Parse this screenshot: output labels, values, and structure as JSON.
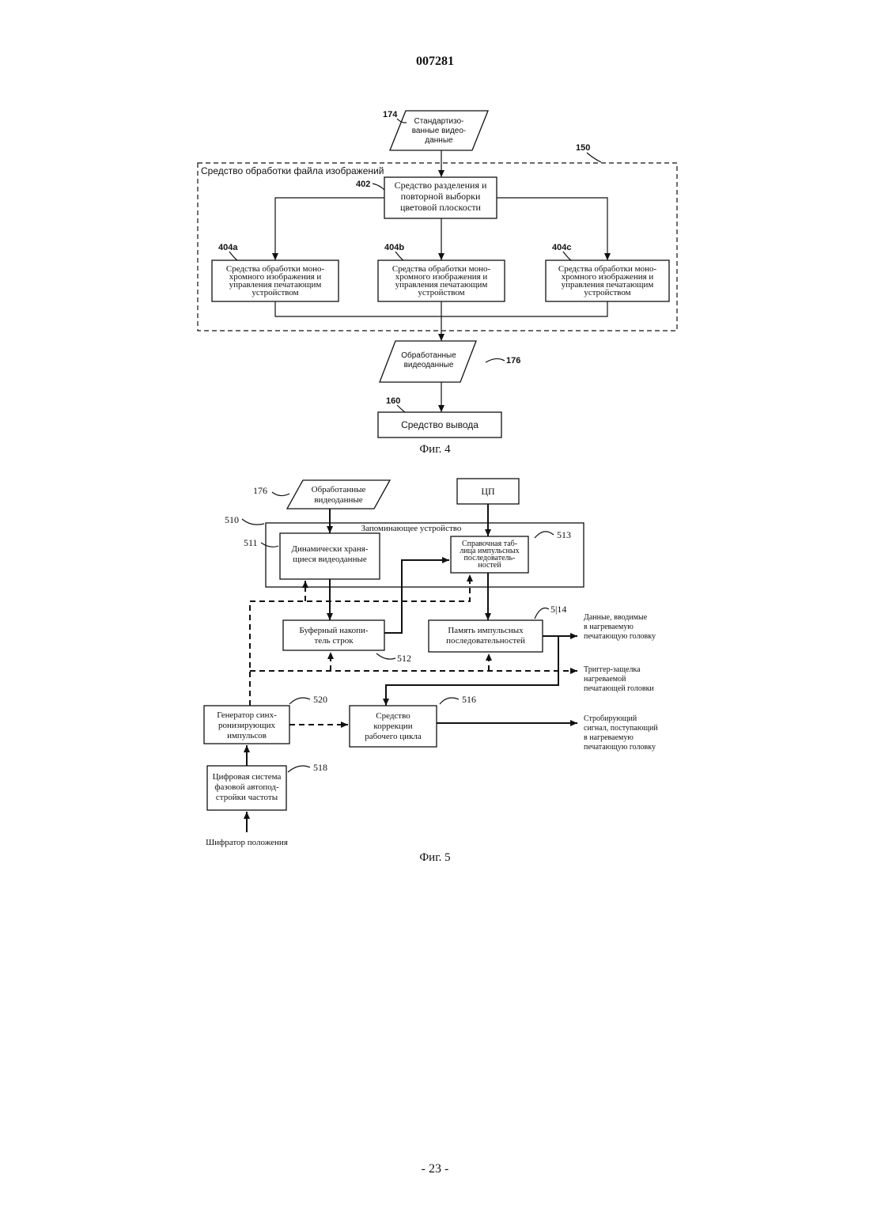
{
  "doc_number": "007281",
  "page_number": "- 23 -",
  "fig4": {
    "caption": "Фиг. 4",
    "container_label": "Средство обработки файла изображений",
    "container_ref": "150",
    "input": {
      "ref": "174",
      "lines": [
        "Стандартизо-",
        "ванные видео-",
        "данные"
      ]
    },
    "splitter": {
      "ref": "402",
      "lines": [
        "Средство разделения и",
        "повторной выборки",
        "цветовой плоскости"
      ]
    },
    "mono_a": {
      "ref": "404a",
      "lines": [
        "Средства обработки моно-",
        "хромного изображения и",
        "управления печатающим",
        "устройством"
      ]
    },
    "mono_b": {
      "ref": "404b",
      "lines": [
        "Средства обработки моно-",
        "хромного изображения и",
        "управления печатающим",
        "устройством"
      ]
    },
    "mono_c": {
      "ref": "404c",
      "lines": [
        "Средства обработки моно-",
        "хромного изображения и",
        "управления печатающим",
        "устройством"
      ]
    },
    "processed": {
      "ref": "176",
      "lines": [
        "Обработанные",
        "видеоданные"
      ]
    },
    "output": {
      "ref": "160",
      "label": "Средство вывода"
    }
  },
  "fig5": {
    "caption": "Фиг. 5",
    "input": {
      "ref": "176",
      "lines": [
        "Обработанные",
        "видеоданные"
      ]
    },
    "cpu": {
      "label": "ЦП"
    },
    "memory": {
      "ref": "510",
      "label": "Запоминающее устройство"
    },
    "dynamic": {
      "ref": "511",
      "lines": [
        "Динамически храня-",
        "щиеся видеоданные"
      ]
    },
    "lookup": {
      "ref": "513",
      "lines": [
        "Справочная таб-",
        "лица импульсных",
        "последователь-",
        "ностей"
      ]
    },
    "line_buffer": {
      "ref": "512",
      "lines": [
        "Буферный накопи-",
        "тель строк"
      ]
    },
    "pulse_memory": {
      "ref": "5|14",
      "lines": [
        "Память импульсных",
        "последовательностей"
      ]
    },
    "sync_gen": {
      "ref": "520",
      "lines": [
        "Генератор синх-",
        "ронизирующих",
        "импульсов"
      ]
    },
    "duty": {
      "ref": "516",
      "lines": [
        "Средство",
        "коррекции",
        "рабочего цикла"
      ]
    },
    "pll": {
      "ref": "518",
      "lines": [
        "Цифровая система",
        "фазовой автопод-",
        "стройки частоты"
      ]
    },
    "encoder": {
      "label": "Шифратор положения"
    },
    "out_data": {
      "lines": [
        "Данные, вводимые",
        "в нагреваемую",
        "печатающую головку"
      ]
    },
    "out_latch": {
      "lines": [
        "Триггер-защелка",
        "нагреваемой",
        "печатающей головки"
      ]
    },
    "out_strobe": {
      "lines": [
        "Стробирующий",
        "сигнал, поступающий",
        "в нагреваемую",
        "печатающую головку"
      ]
    }
  }
}
